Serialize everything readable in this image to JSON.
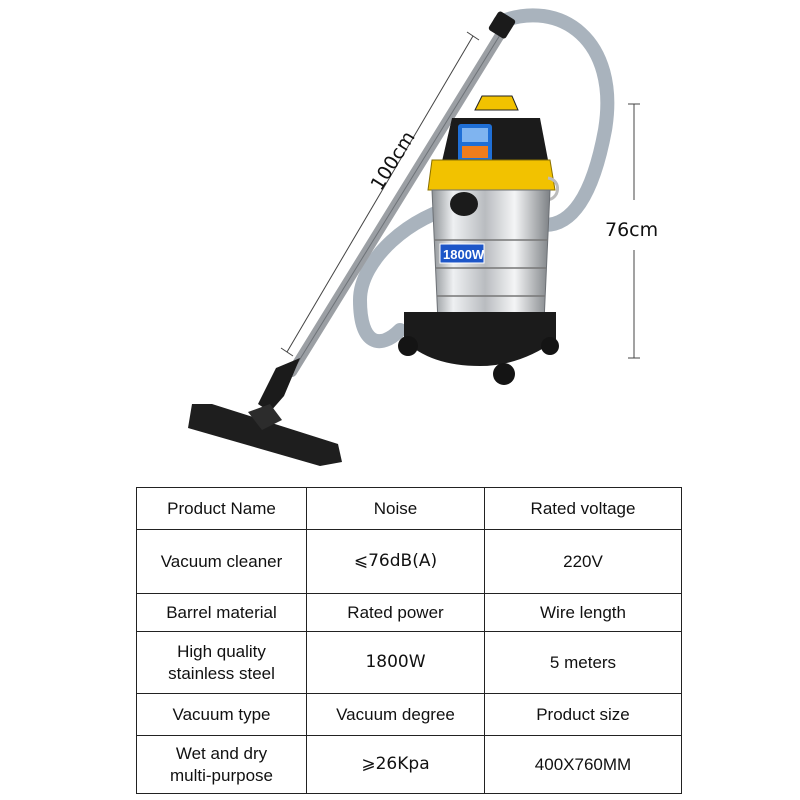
{
  "figure": {
    "power_badge": "1800W",
    "dimension_length": "100cm",
    "dimension_height": "76cm"
  },
  "colors": {
    "body_yellow": "#f2c200",
    "steel": "#c9ccd0",
    "hose": "#a9b3bd",
    "plastic_black": "#1b1b1b",
    "badge_blue": "#1d56c8"
  },
  "spec_table": {
    "rows": [
      [
        "Product Name",
        "Noise",
        "Rated voltage"
      ],
      [
        "Vacuum cleaner",
        "⩽76dB(A)",
        "220V"
      ],
      [
        "Barrel material",
        "Rated power",
        "Wire length"
      ],
      [
        [
          "High quality",
          "stainless steel"
        ],
        "1800W",
        "5 meters"
      ],
      [
        "Vacuum type",
        "Vacuum degree",
        "Product size"
      ],
      [
        [
          "Wet and dry",
          "multi-purpose"
        ],
        "⩾26Kpa",
        "400X760MM"
      ]
    ]
  }
}
